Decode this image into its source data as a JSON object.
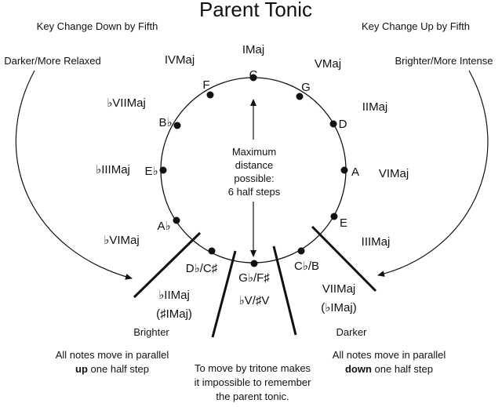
{
  "title": "Parent Tonic",
  "header_left": "Key Change Down by Fifth",
  "header_right": "Key Change Up by Fifth",
  "arrow_left_label": "Darker/More Relaxed",
  "arrow_right_label": "Brighter/More Intense",
  "center_text": [
    "Maximum",
    "distance",
    "possible:",
    "6 half steps"
  ],
  "notes": [
    "C",
    "G",
    "D",
    "A",
    "E",
    "C♭/B",
    "G♭/F♯",
    "D♭/C♯",
    "A♭",
    "E♭",
    "B♭",
    "F"
  ],
  "numerals": [
    "IMaj",
    "VMaj",
    "IIMaj",
    "VIMaj",
    "IIIMaj",
    "VIIMaj",
    "(♭IMaj)",
    "♭V/♯V",
    "♭IIMaj",
    "(♯IMaj)",
    "♭VIMaj",
    "♭IIIMaj",
    "♭VIIMaj",
    "IVMaj"
  ],
  "brighter_label": "Brighter",
  "darker_label": "Darker",
  "note_up": {
    "prefix": "All notes move in parallel",
    "bold": "up",
    "suffix": "one half step"
  },
  "note_down": {
    "prefix": "All notes move in parallel",
    "bold": "down",
    "suffix": "one half step"
  },
  "tritone_note": [
    "To move by tritone makes",
    "it impossible to remember",
    "the parent tonic."
  ]
}
